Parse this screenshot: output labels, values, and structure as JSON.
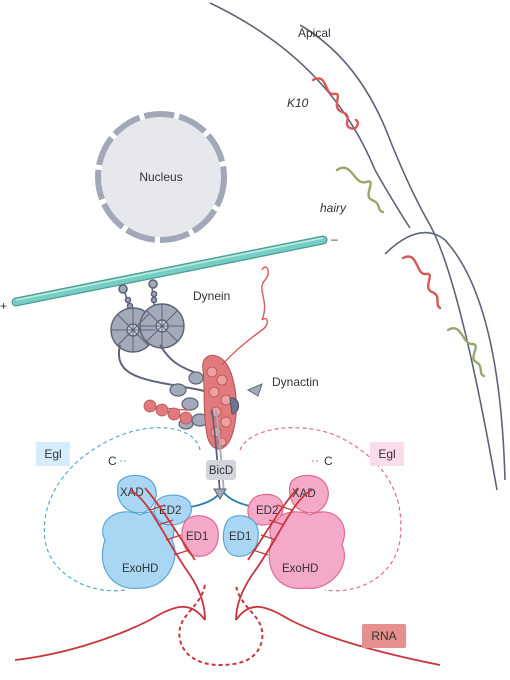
{
  "labels": {
    "apical": "Apical",
    "k10": "K10",
    "hairy": "hairy",
    "nucleus": "Nucleus",
    "minus": "–",
    "plus": "+",
    "dynein": "Dynein",
    "dynactin": "Dynactin",
    "egl_left": "Egl",
    "egl_right": "Egl",
    "c_left": "C",
    "c_right": "C",
    "bicd": "BicD",
    "xad_left": "XAD",
    "xad_right": "XAD",
    "ed2_left": "ED2",
    "ed2_right": "ED2",
    "ed1_left": "ED1",
    "ed1_right": "ED1",
    "exohd_left": "ExoHD",
    "exohd_right": "ExoHD",
    "rna": "RNA"
  },
  "colors": {
    "cell_membrane": "#5d6478",
    "k10_rna": "#d9585c",
    "hairy_rna": "#98a86a",
    "nucleus_fill": "#e6e8ee",
    "nucleus_ring": "#a2a8b8",
    "microtubule": "#74cec4",
    "motor": "#a3aab9",
    "dynactin": "#e07a7c",
    "egl_blue": "#a9d6f2",
    "egl_pink": "#f4a9c9",
    "bicd_gray": "#d3d5dd",
    "rna_red": "#c8353b",
    "rna_badge": "#e58f8f"
  }
}
